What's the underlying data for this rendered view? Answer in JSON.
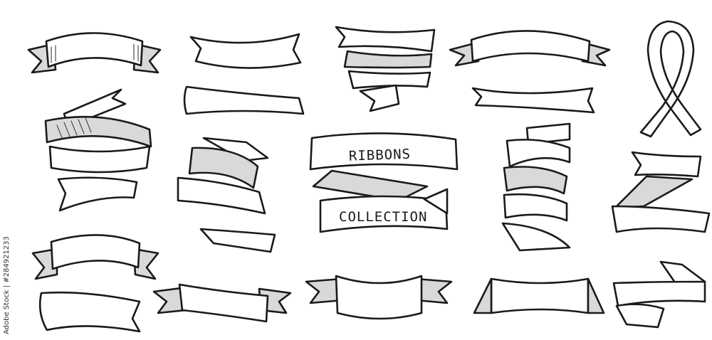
{
  "title_line1": "RIBBONS",
  "title_line2": "COLLECTION",
  "stock_id": "Adobe Stock | #284921233",
  "colors": {
    "ink": "#1a1a1a",
    "paper": "#ffffff",
    "shade": "#d9d9d9"
  }
}
